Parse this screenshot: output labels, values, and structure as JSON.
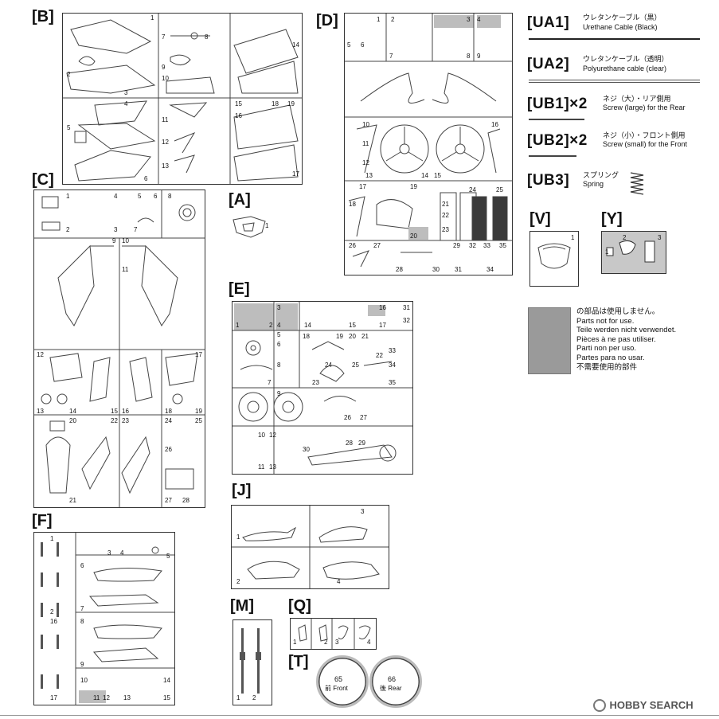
{
  "sheets": {
    "B": {
      "header": "[B]",
      "labels": [
        "1",
        "2",
        "3",
        "4",
        "5",
        "6",
        "7",
        "8",
        "9",
        "10",
        "11",
        "12",
        "13",
        "14",
        "15",
        "16",
        "17",
        "18",
        "19"
      ]
    },
    "C": {
      "header": "[C]",
      "labels": [
        "1",
        "2",
        "3",
        "4",
        "5",
        "6",
        "7",
        "8",
        "9",
        "10",
        "11",
        "12",
        "13",
        "14",
        "15",
        "16",
        "17",
        "18",
        "19",
        "20",
        "21",
        "22",
        "23",
        "24",
        "25",
        "26",
        "27",
        "28"
      ]
    },
    "D": {
      "header": "[D]",
      "labels": [
        "1",
        "2",
        "3",
        "4",
        "5",
        "6",
        "7",
        "8",
        "9",
        "10",
        "11",
        "12",
        "13",
        "14",
        "15",
        "16",
        "17",
        "18",
        "19",
        "20",
        "21",
        "22",
        "23",
        "24",
        "25",
        "26",
        "27",
        "28",
        "29",
        "30",
        "31",
        "32",
        "33",
        "34",
        "35"
      ]
    },
    "A": {
      "header": "[A]",
      "labels": [
        "1"
      ]
    },
    "E": {
      "header": "[E]",
      "labels": [
        "1",
        "2",
        "3",
        "4",
        "5",
        "6",
        "7",
        "8",
        "9",
        "10",
        "11",
        "12",
        "13",
        "14",
        "15",
        "16",
        "17",
        "18",
        "19",
        "20",
        "21",
        "22",
        "23",
        "24",
        "25",
        "26",
        "27",
        "28",
        "29",
        "30",
        "31",
        "32",
        "33",
        "34",
        "35"
      ]
    },
    "F": {
      "header": "[F]",
      "labels": [
        "1",
        "2",
        "3",
        "4",
        "5",
        "6",
        "7",
        "8",
        "9",
        "10",
        "11",
        "12",
        "13",
        "14",
        "15",
        "16",
        "17"
      ]
    },
    "J": {
      "header": "[J]",
      "labels": [
        "1",
        "2",
        "3",
        "4"
      ]
    },
    "M": {
      "header": "[M]",
      "labels": [
        "1",
        "2"
      ]
    },
    "Q": {
      "header": "[Q]",
      "labels": [
        "1",
        "2",
        "3",
        "4"
      ]
    },
    "T": {
      "header": "[T]",
      "labels": [
        "65",
        "前 Front",
        "66",
        "後 Rear"
      ]
    },
    "V": {
      "header": "[V]",
      "labels": [
        "1"
      ]
    },
    "Y": {
      "header": "[Y]",
      "labels": [
        "1",
        "2",
        "3"
      ]
    }
  },
  "cables": [
    {
      "code": "[UA1]",
      "jp": "ウレタンケーブル（黒）",
      "en": "Urethane Cable (Black)"
    },
    {
      "code": "[UA2]",
      "jp": "ウレタンケーブル（透明）",
      "en": "Polyurethane cable (clear)"
    },
    {
      "code": "[UB1]×2",
      "jp": "ネジ（大）・リア側用",
      "en": "Screw (large) for the Rear"
    },
    {
      "code": "[UB2]×2",
      "jp": "ネジ（小）・フロント側用",
      "en": "Screw (small) for the Front"
    },
    {
      "code": "[UB3]",
      "jp": "スプリング",
      "en": "Spring"
    }
  ],
  "legend": {
    "lines": [
      "の部品は使用しません。",
      "Parts not for use.",
      "Teile werden nicht verwendet.",
      "Pièces à ne pas utiliser.",
      "Parti non per uso.",
      "Partes para no usar.",
      "不需要使用的部件"
    ],
    "gray": "#9a9a9a"
  },
  "watermark": {
    "brand": "HOBBY SEARCH"
  }
}
